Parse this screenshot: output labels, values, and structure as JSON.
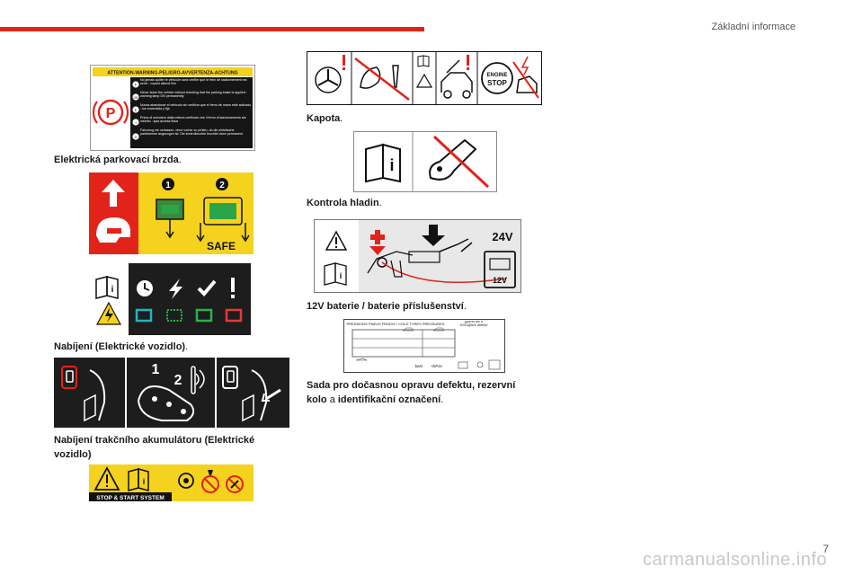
{
  "header": {
    "title": "Základní informace"
  },
  "page_number": "7",
  "watermark": "carmanualsonline.info",
  "labels": {
    "parking_warning_title": "ATTENTION-WARNING-PELIGRO-AVVERTENZA-ACHTUNG",
    "parking_lines": [
      "No jamais quitter le véhicule sans vérifier que le frein de stationnement est serré : voyant allumé fixe",
      "Never leave the vehicle without checking that the parking brake is applied : warning lamp ON permanently",
      "Nunca abandonar el vehículo sin verificar que el freno de mano esté activado : luz encendida y fija",
      "Prima di scendere dalla vettura verificare che il freno di stazionamento sia inserito : spia accesa fissa",
      "Fahrzeug nie verlassen, ohne vorher zu prüfen, ob die elektrische parkbremse angezogen ist: Die kontrolleuchte leuchtet dann permanent"
    ],
    "lang_codes": [
      "F",
      "GB",
      "E",
      "I",
      "D"
    ],
    "safe": "SAFE",
    "charge_nums": [
      "1",
      "2"
    ],
    "key_nums": [
      "1",
      "2"
    ],
    "stop_start_label": "STOP & START SYSTEM",
    "engine_stop_line1": "ENGINE",
    "engine_stop_line2": "STOP",
    "volt_24": "24V",
    "volt_12": "12V",
    "tyre_header": "PRESSIONS PNEUS FROIDS / COLD TYRES PRESSURES",
    "tyre_header_right": "ДАВЛЕНИЕ В ХОЛОДНЫХ ШИНАХ",
    "tyre_units": "bars",
    "tyre_units2": "<kPa>"
  },
  "captions": {
    "parking_brake": "Elektrická parkovací brzda",
    "ev_charging": "Nabíjení (Elektrické vozidlo)",
    "traction_battery_1": "Nabíjení trakčního akumulátoru (Elektrické",
    "traction_battery_2": "vozidlo)",
    "bonnet": "Kapota",
    "fluid_check": "Kontrola hladin",
    "battery": "12V baterie / baterie příslušenství",
    "repair_1_a": "Sada pro dočasnou opravu defektu, rezervní",
    "repair_2_a": "kolo",
    "repair_2_b": "a",
    "repair_2_c": "identifikační označení"
  },
  "colors": {
    "brand_red": "#e2231a",
    "label_yellow": "#f5d21e",
    "dark_bg": "#1d1d1d",
    "teal": "#1fb5c4",
    "green": "#29b34a",
    "red": "#e53935"
  }
}
